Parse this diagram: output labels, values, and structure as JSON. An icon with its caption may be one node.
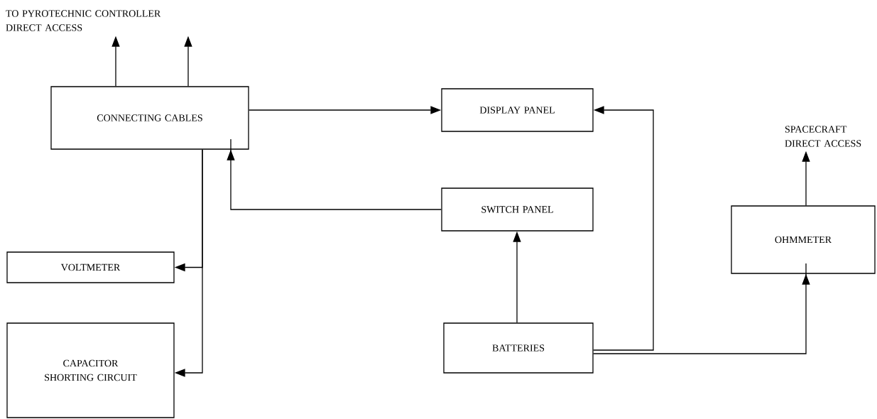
{
  "diagram": {
    "nodes": [
      {
        "text": [
          "TO PYROTECHNIC CONTROLLER DIRECT ACCESS"
        ]
      },
      {
        "text": [
          "CONNECTING CABLES"
        ]
      },
      {
        "text": [
          "DISPLAY PANEL"
        ]
      },
      {
        "text": [
          "SPACECRAFT DIRECT ACCESS"
        ]
      },
      {
        "text": [
          "SWITCH PANEL"
        ]
      },
      {
        "text": [
          "OHMMETER"
        ]
      },
      {
        "text": [
          "VOLTMETER"
        ]
      },
      {
        "text": [
          "BATTERIES"
        ]
      },
      {
        "text": [
          "CAPACITOR SHORTING CIRCUIT"
        ]
      }
    ],
    "edges": [
      {
        "from": 1,
        "to": 0,
        "arrow": "to"
      },
      {
        "from": 1,
        "to": 0,
        "arrow": "to"
      },
      {
        "from": 1,
        "to": 2,
        "arrow": "to"
      },
      {
        "from": 4,
        "to": 1,
        "arrow": "to"
      },
      {
        "from": 1,
        "to": 6,
        "arrow": "to"
      },
      {
        "from": 1,
        "to": 8,
        "arrow": "to"
      },
      {
        "from": 7,
        "to": 4,
        "arrow": "to"
      },
      {
        "from": 7,
        "to": 2,
        "arrow": "to"
      },
      {
        "from": 7,
        "to": 5,
        "arrow": "to"
      },
      {
        "from": 5,
        "to": 3,
        "arrow": "to"
      }
    ]
  }
}
